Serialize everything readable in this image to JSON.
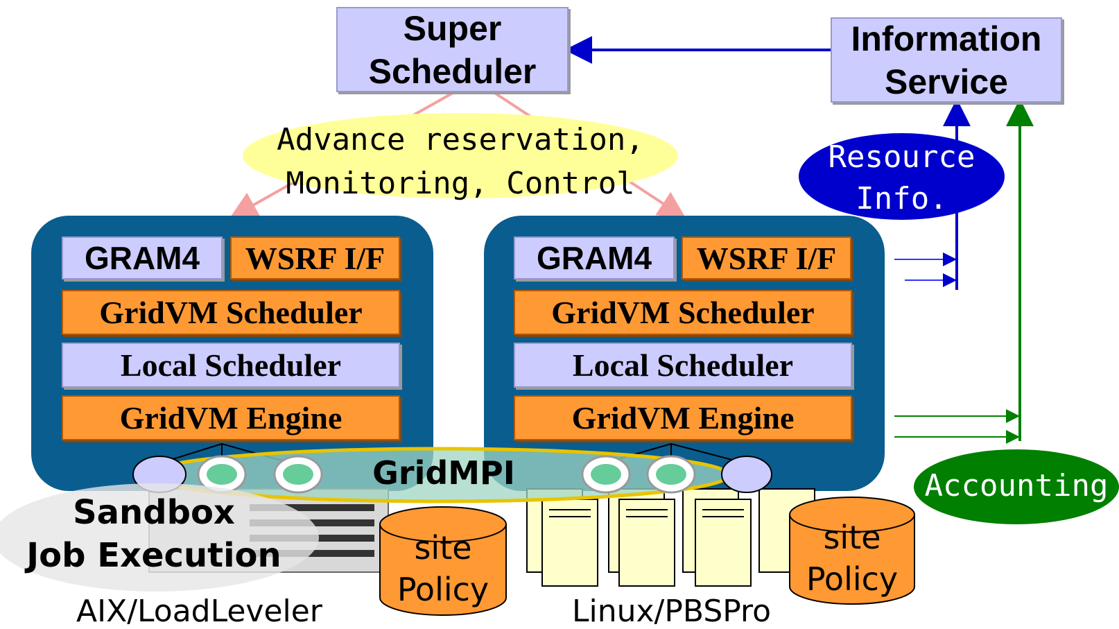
{
  "super_scheduler": {
    "label": "Super\nScheduler"
  },
  "information_service": {
    "label": "Information\nService"
  },
  "advance_reservation": {
    "label": "Advance reservation,\nMonitoring, Control"
  },
  "resource_info": {
    "label": "Resource\nInfo."
  },
  "accounting": {
    "label": "Accounting"
  },
  "clusters": [
    {
      "gram4": "GRAM4",
      "wsrf": "WSRF I/F",
      "gridvm_scheduler": "GridVM Scheduler",
      "local_scheduler": "Local Scheduler",
      "gridvm_engine": "GridVM Engine",
      "platform": "AIX/LoadLeveler",
      "site_policy": "site\nPolicy"
    },
    {
      "gram4": "GRAM4",
      "wsrf": "WSRF I/F",
      "gridvm_scheduler": "GridVM Scheduler",
      "local_scheduler": "Local Scheduler",
      "gridvm_engine": "GridVM Engine",
      "platform": "Linux/PBSPro",
      "site_policy": "site\nPolicy"
    }
  ],
  "gridmpi": {
    "label": "GridMPI"
  },
  "sandbox": {
    "label": "Sandbox\nJob Execution"
  },
  "colors": {
    "lavender": "#ccccff",
    "orange": "#ff9933",
    "panel_blue": "#0a5d8f",
    "resource_blue": "#0000cc",
    "accounting_green": "#007f00",
    "reservation_yellow": "#ffff99",
    "arrow_pink": "#f4a0a0"
  }
}
